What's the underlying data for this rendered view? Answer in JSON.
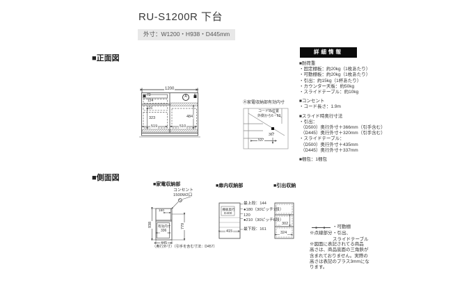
{
  "title": "RU-S1200R 下台",
  "size_chip": "外寸：W1200・H938・D445mm",
  "front": {
    "heading": "■正面図",
    "width": "1200",
    "left": {
      "d73": "73",
      "d124": "124",
      "d116": "116",
      "d323": "323",
      "d519": "519"
    },
    "right": {
      "d484": "484",
      "d510": "510",
      "marker": "A"
    },
    "detail": {
      "label": "Ⓐ家電収納部有効内寸",
      "cord1": "コードの位置",
      "cord2": "外側から6・63",
      "d367": "367",
      "d537": "537"
    }
  },
  "panel": {
    "header": "詳細情報",
    "lines": [
      "■耐荷重",
      "・固定棚板：約20kg（1枚あたり）",
      "・可動棚板：約20kg（1枚あたり）",
      "・引出：約15kg（1杯あたり）",
      "・カウンター天板：約50kg",
      "・スライドテーブル：約10kg",
      "■コンセント",
      "・コード長さ：1.9m",
      "■スライド時奥行寸法",
      "・引出：",
      "（D500）奥行外寸＋366mm（引手含む）",
      "（D445）奥行外寸＋320mm（引手含む）",
      "・スライドテーブル：",
      "（D500）奥行外寸＋435mm",
      "（D445）奥行外寸＋337mm",
      "■梱包：1梱包"
    ]
  },
  "side": {
    "heading": "■側面図",
    "appliance": {
      "heading": "■家電収納部",
      "outlet1": "コンセント",
      "outlet2": "1500W2口",
      "d160": "160",
      "d938": "938",
      "d779": "779",
      "inner1": "有効内寸",
      "inner2": "336",
      "d445": "445",
      "note": "（奥行外寸）（引手を含む寸法：D457）"
    },
    "door": {
      "heading": "■扉内収納部",
      "shelf1": "棚板奥行",
      "shelf2": "D400",
      "d415": "415",
      "rows": [
        "最上段：144",
        "●180（30ピッチ7段）",
        "120",
        "●210（30ピッチ6段）",
        "最下段：161"
      ]
    },
    "drawer": {
      "heading": "■引出収納",
      "d302": "302",
      "d324": "324"
    }
  },
  "legend": {
    "movable_label": "・可動棚",
    "dotted_key": "※点線部分",
    "drawer_label1": "・引出、",
    "drawer_label2": "スライドテーブル"
  },
  "note_lines": [
    "※図面に表記されてる商品",
    "高さは、商品底面の三角鋲が",
    "含まれておりません。実際の",
    "高さは表記のプラス3mmにな",
    "ります。"
  ],
  "colors": {
    "accent_black": "#0b0b0b",
    "line": "#555555",
    "chip_bg": "#e8e8e8"
  }
}
